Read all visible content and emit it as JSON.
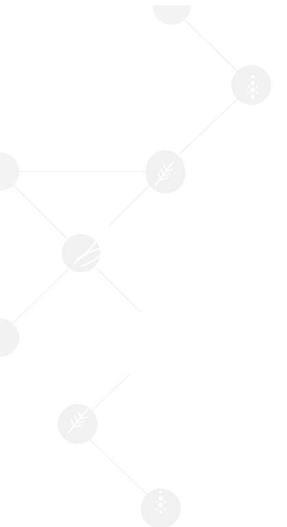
{
  "colors": {
    "background": "#ffffff",
    "node_fill": "#f1f1f1",
    "node_fill_light": "#f5f5f5",
    "line": "#efefef",
    "icon_mark": "#ffffff"
  },
  "nodes": [
    {
      "name": "node-top-partial",
      "icon": "none"
    },
    {
      "name": "node-top-right",
      "icon": "dots-icon"
    },
    {
      "name": "node-left-edge-upper",
      "icon": "none"
    },
    {
      "name": "node-middle-right",
      "icon": "wheat-icon"
    },
    {
      "name": "node-center-left",
      "icon": "swoosh-icon"
    },
    {
      "name": "node-left-edge-lower",
      "icon": "none"
    },
    {
      "name": "node-lower-left",
      "icon": "wheat-icon"
    },
    {
      "name": "node-bottom",
      "icon": "dots-icon"
    }
  ]
}
